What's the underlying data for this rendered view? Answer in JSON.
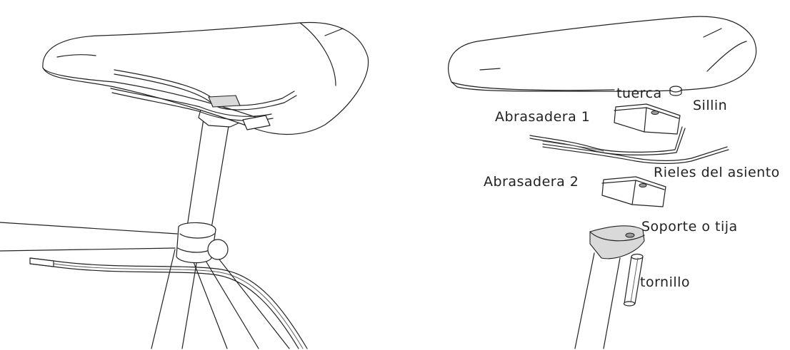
{
  "labels": {
    "tuerca": "tuerca",
    "sillin": "Sillin",
    "abrasadera1": "Abrasadera 1",
    "rieles": "Rieles del asiento",
    "abrasadera2": "Abrasadera 2",
    "soporte": "Soporte o tija",
    "tornillo": "tornillo"
  }
}
